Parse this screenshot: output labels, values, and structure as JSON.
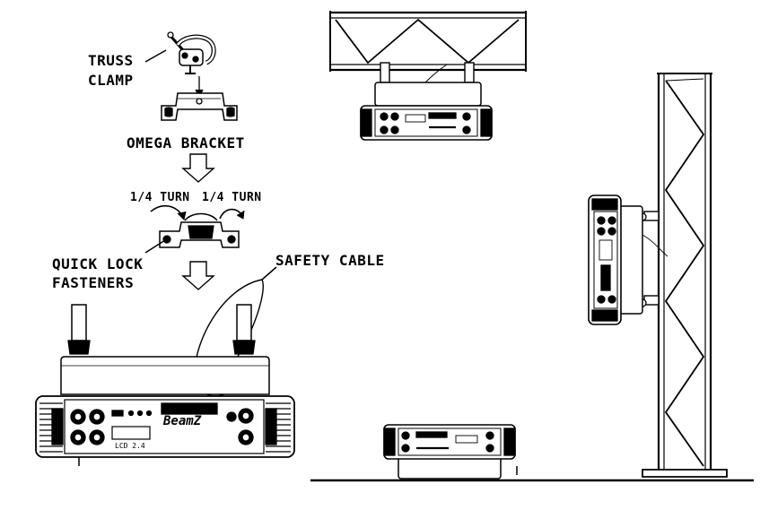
{
  "labels": {
    "truss_clamp_1": "TRUSS",
    "truss_clamp_2": "CLAMP",
    "omega_bracket": "OMEGA BRACKET",
    "turn_left": "1/4 TURN",
    "turn_right": "1/4 TURN",
    "quick_lock_1": "QUICK LOCK",
    "quick_lock_2": "FASTENERS",
    "safety_cable": "SAFETY CABLE"
  },
  "device": {
    "brand": "BeamZ",
    "model": "LCD 2.4"
  },
  "colors": {
    "line": "#000000",
    "background": "#ffffff",
    "dark_fill": "#1a1a1a"
  }
}
